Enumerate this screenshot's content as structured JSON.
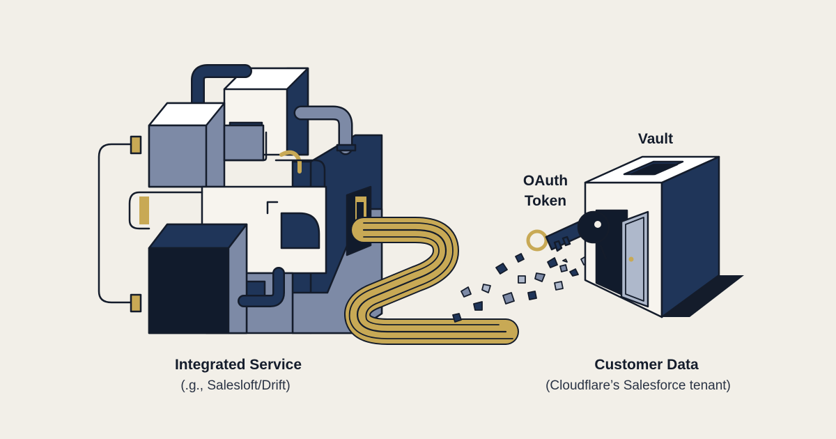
{
  "integrated_service": {
    "title": "Integrated Service",
    "subtitle": "(.g., Salesloft/Drift)"
  },
  "customer_data": {
    "title": "Customer Data",
    "subtitle": "(Cloudflare’s Salesforce tenant)"
  },
  "vault": {
    "label": "Vault"
  },
  "token": {
    "line1": "OAuth",
    "line2": "Token"
  },
  "colors": {
    "background": "#f2efe8",
    "navy": "#1f3559",
    "dark_navy": "#111b2c",
    "slate": "#7d8aa6",
    "light_slate": "#aeb8cb",
    "gold": "#c8a955",
    "outline": "#141c2b"
  },
  "icons": [
    "key-icon",
    "padlock-icon",
    "vault-box-icon"
  ]
}
